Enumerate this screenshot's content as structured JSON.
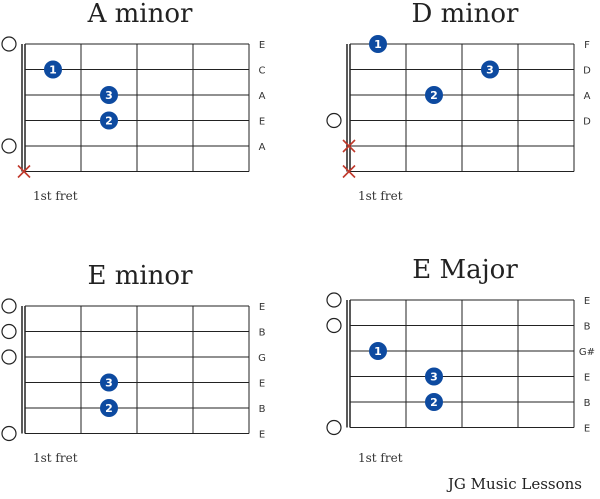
{
  "credit": "JG Music Lessons",
  "colors": {
    "dot": "#0d4aa0",
    "mute": "#c0392b",
    "line": "#222222"
  },
  "charts": [
    {
      "title": "A minor",
      "strings": [
        "E",
        "C",
        "A",
        "E",
        "A",
        ""
      ],
      "fret_label": "1st fret",
      "open": [
        0,
        4
      ],
      "muted": [
        5
      ],
      "fingers": [
        {
          "string": 1,
          "fret": 1,
          "finger": "1"
        },
        {
          "string": 2,
          "fret": 2,
          "finger": "3"
        },
        {
          "string": 3,
          "fret": 2,
          "finger": "2"
        }
      ]
    },
    {
      "title": "D minor",
      "strings": [
        "F",
        "D",
        "A",
        "D",
        "",
        ""
      ],
      "fret_label": "1st fret",
      "open": [
        3
      ],
      "muted": [
        4,
        5
      ],
      "fingers": [
        {
          "string": 0,
          "fret": 1,
          "finger": "1"
        },
        {
          "string": 1,
          "fret": 3,
          "finger": "3"
        },
        {
          "string": 2,
          "fret": 2,
          "finger": "2"
        }
      ]
    },
    {
      "title": "E minor",
      "strings": [
        "E",
        "B",
        "G",
        "E",
        "B",
        "E"
      ],
      "fret_label": "1st fret",
      "open": [
        0,
        1,
        2,
        5
      ],
      "muted": [],
      "fingers": [
        {
          "string": 3,
          "fret": 2,
          "finger": "3"
        },
        {
          "string": 4,
          "fret": 2,
          "finger": "2"
        }
      ]
    },
    {
      "title": "E Major",
      "strings": [
        "E",
        "B",
        "G#",
        "E",
        "B",
        "E"
      ],
      "fret_label": "1st fret",
      "open": [
        0,
        1,
        5
      ],
      "muted": [],
      "fingers": [
        {
          "string": 2,
          "fret": 1,
          "finger": "1"
        },
        {
          "string": 3,
          "fret": 2,
          "finger": "3"
        },
        {
          "string": 4,
          "fret": 2,
          "finger": "2"
        }
      ]
    }
  ]
}
